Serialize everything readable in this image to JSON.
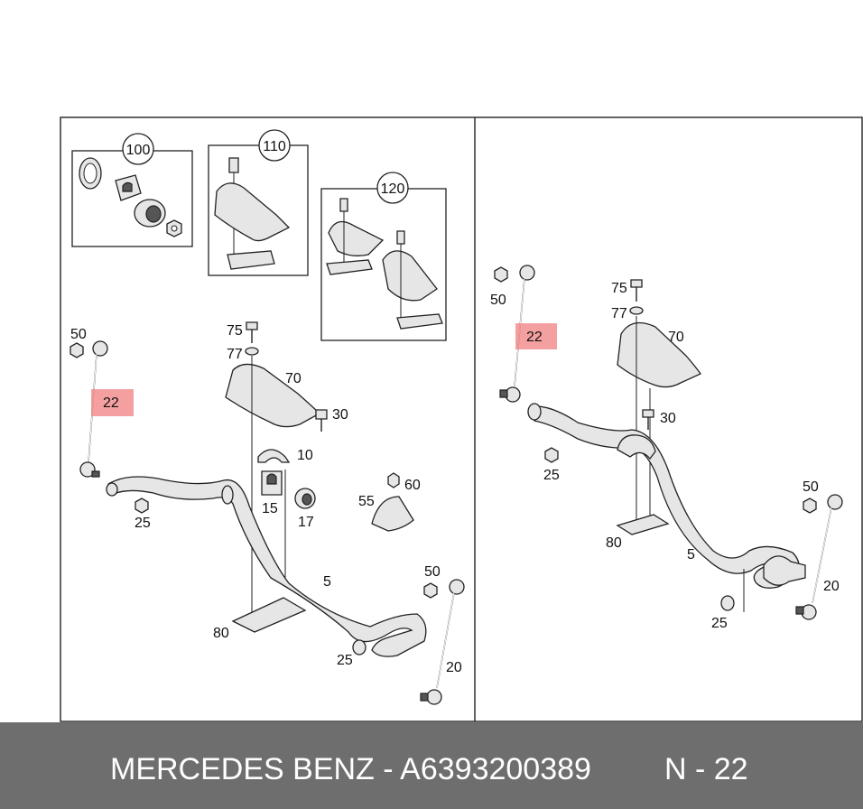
{
  "footer": {
    "brand_part": "MERCEDES BENZ - A6393200389",
    "ref": "N - 22"
  },
  "callouts": {
    "c100": "100",
    "c110": "110",
    "c120": "120"
  },
  "left": {
    "l50a": "50",
    "l22": "22",
    "l25a": "25",
    "l75": "75",
    "l77": "77",
    "l70": "70",
    "l30": "30",
    "l10": "10",
    "l15": "15",
    "l17": "17",
    "l60": "60",
    "l55": "55",
    "l5": "5",
    "l50b": "50",
    "l80": "80",
    "l25b": "25",
    "l20": "20"
  },
  "right": {
    "l50a": "50",
    "l22": "22",
    "l75": "75",
    "l77": "77",
    "l70": "70",
    "l30": "30",
    "l25a": "25",
    "l80": "80",
    "l5": "5",
    "l50b": "50",
    "l20": "20",
    "l25b": "25"
  },
  "highlight_color": "#f08080",
  "footer_color": "#6e6e6e"
}
